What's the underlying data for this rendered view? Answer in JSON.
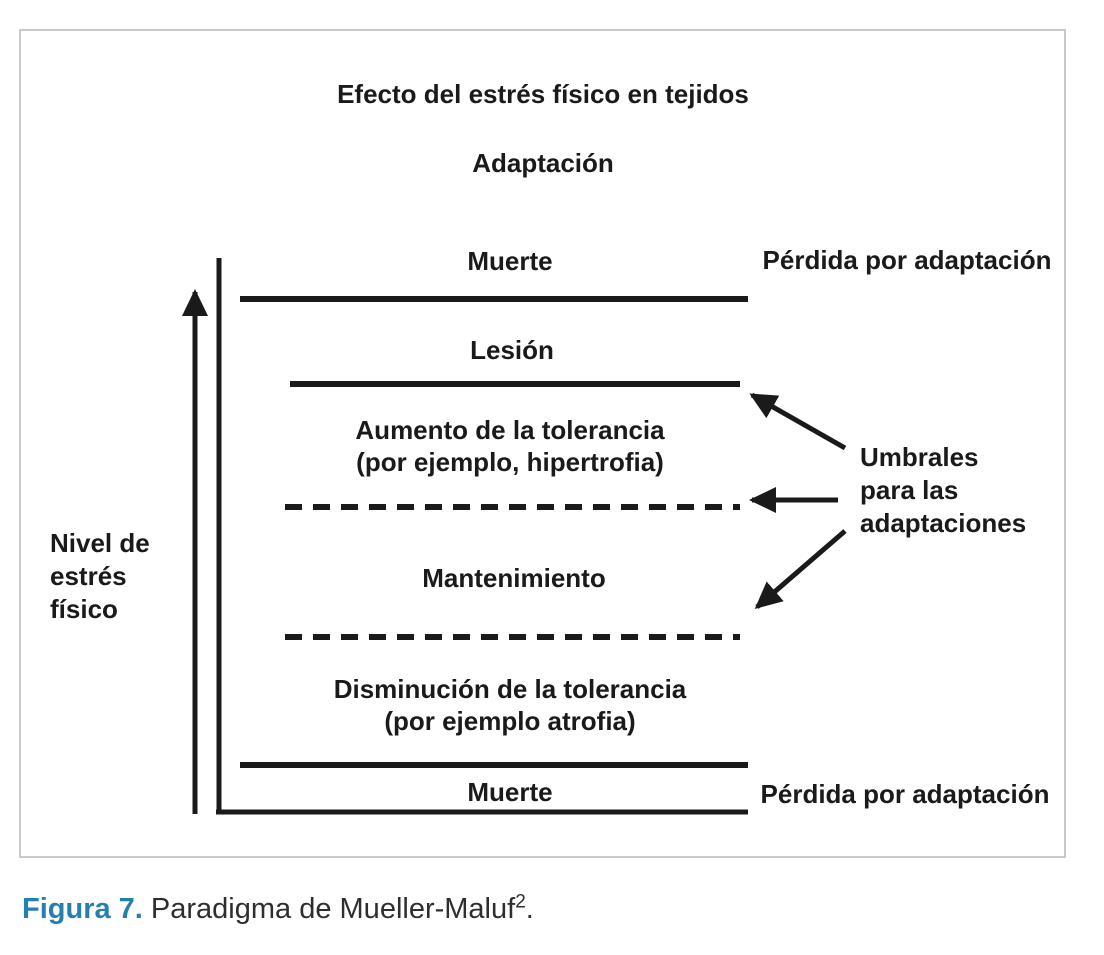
{
  "figure": {
    "title": "Efecto del estrés físico en tejidos",
    "subtitle": "Adaptación",
    "y_axis_label": {
      "line1": "Nivel de",
      "line2": "estrés",
      "line3": "físico"
    },
    "zones": {
      "death_top": "Muerte",
      "injury": "Lesión",
      "increased_tolerance_line1": "Aumento de la tolerancia",
      "increased_tolerance_line2": "(por ejemplo, hipertrofia)",
      "maintenance": "Mantenimiento",
      "decreased_tolerance_line1": "Disminución de la tolerancia",
      "decreased_tolerance_line2": "(por ejemplo atrofia)",
      "death_bottom": "Muerte"
    },
    "right_labels": {
      "adaptation_loss_top": "Pérdida por adaptación",
      "adaptation_loss_bottom": "Pérdida por adaptación",
      "thresholds_line1": "Umbrales",
      "thresholds_line2": "para las",
      "thresholds_line3": "adaptaciones"
    }
  },
  "caption": {
    "label": "Figura 7.",
    "text": " Paradigma de Mueller-Maluf",
    "reference": "2",
    "period": "."
  },
  "colors": {
    "ink": "#1a1a1a",
    "caption_label_blue": "#2580ad",
    "caption_text": "#2e2e2e",
    "border_gray": "#c9c9c9"
  }
}
